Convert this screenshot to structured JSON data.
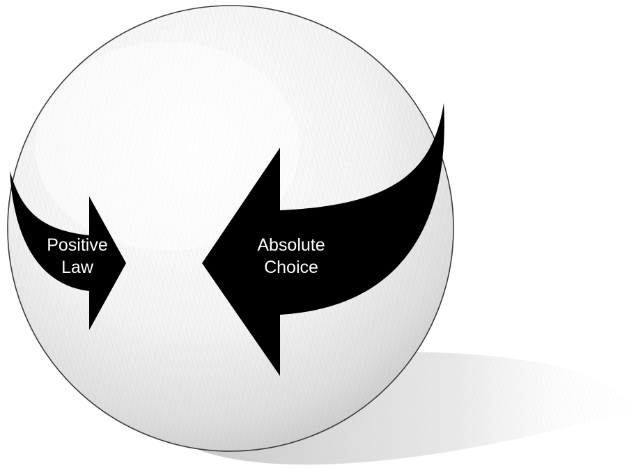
{
  "diagram": {
    "left_arrow": {
      "label_line_1": "Positive",
      "label_line_2": "Law"
    },
    "right_arrow": {
      "label_line_1": "Absolute",
      "label_line_2": "Choice"
    },
    "colors": {
      "background": "#ffffff",
      "sphere_outline": "#3a3a3a",
      "arrow_fill": "#000000",
      "label_text": "#ffffff",
      "shading": "#8a8a8a"
    }
  }
}
